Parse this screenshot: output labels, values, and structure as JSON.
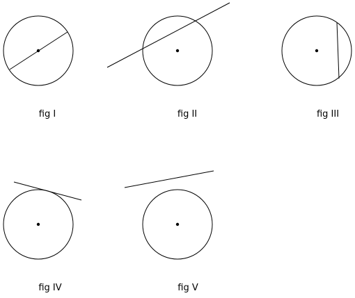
{
  "figures": [
    {
      "label": "fig I",
      "relation": "diameter"
    },
    {
      "label": "fig II",
      "relation": "secant"
    },
    {
      "label": "fig III",
      "relation": "chord"
    },
    {
      "label": "fig IV",
      "relation": "tangent"
    },
    {
      "label": "fig V",
      "relation": "non-intersecting line"
    }
  ],
  "colors": {
    "stroke": "#000000",
    "background": "#ffffff"
  }
}
